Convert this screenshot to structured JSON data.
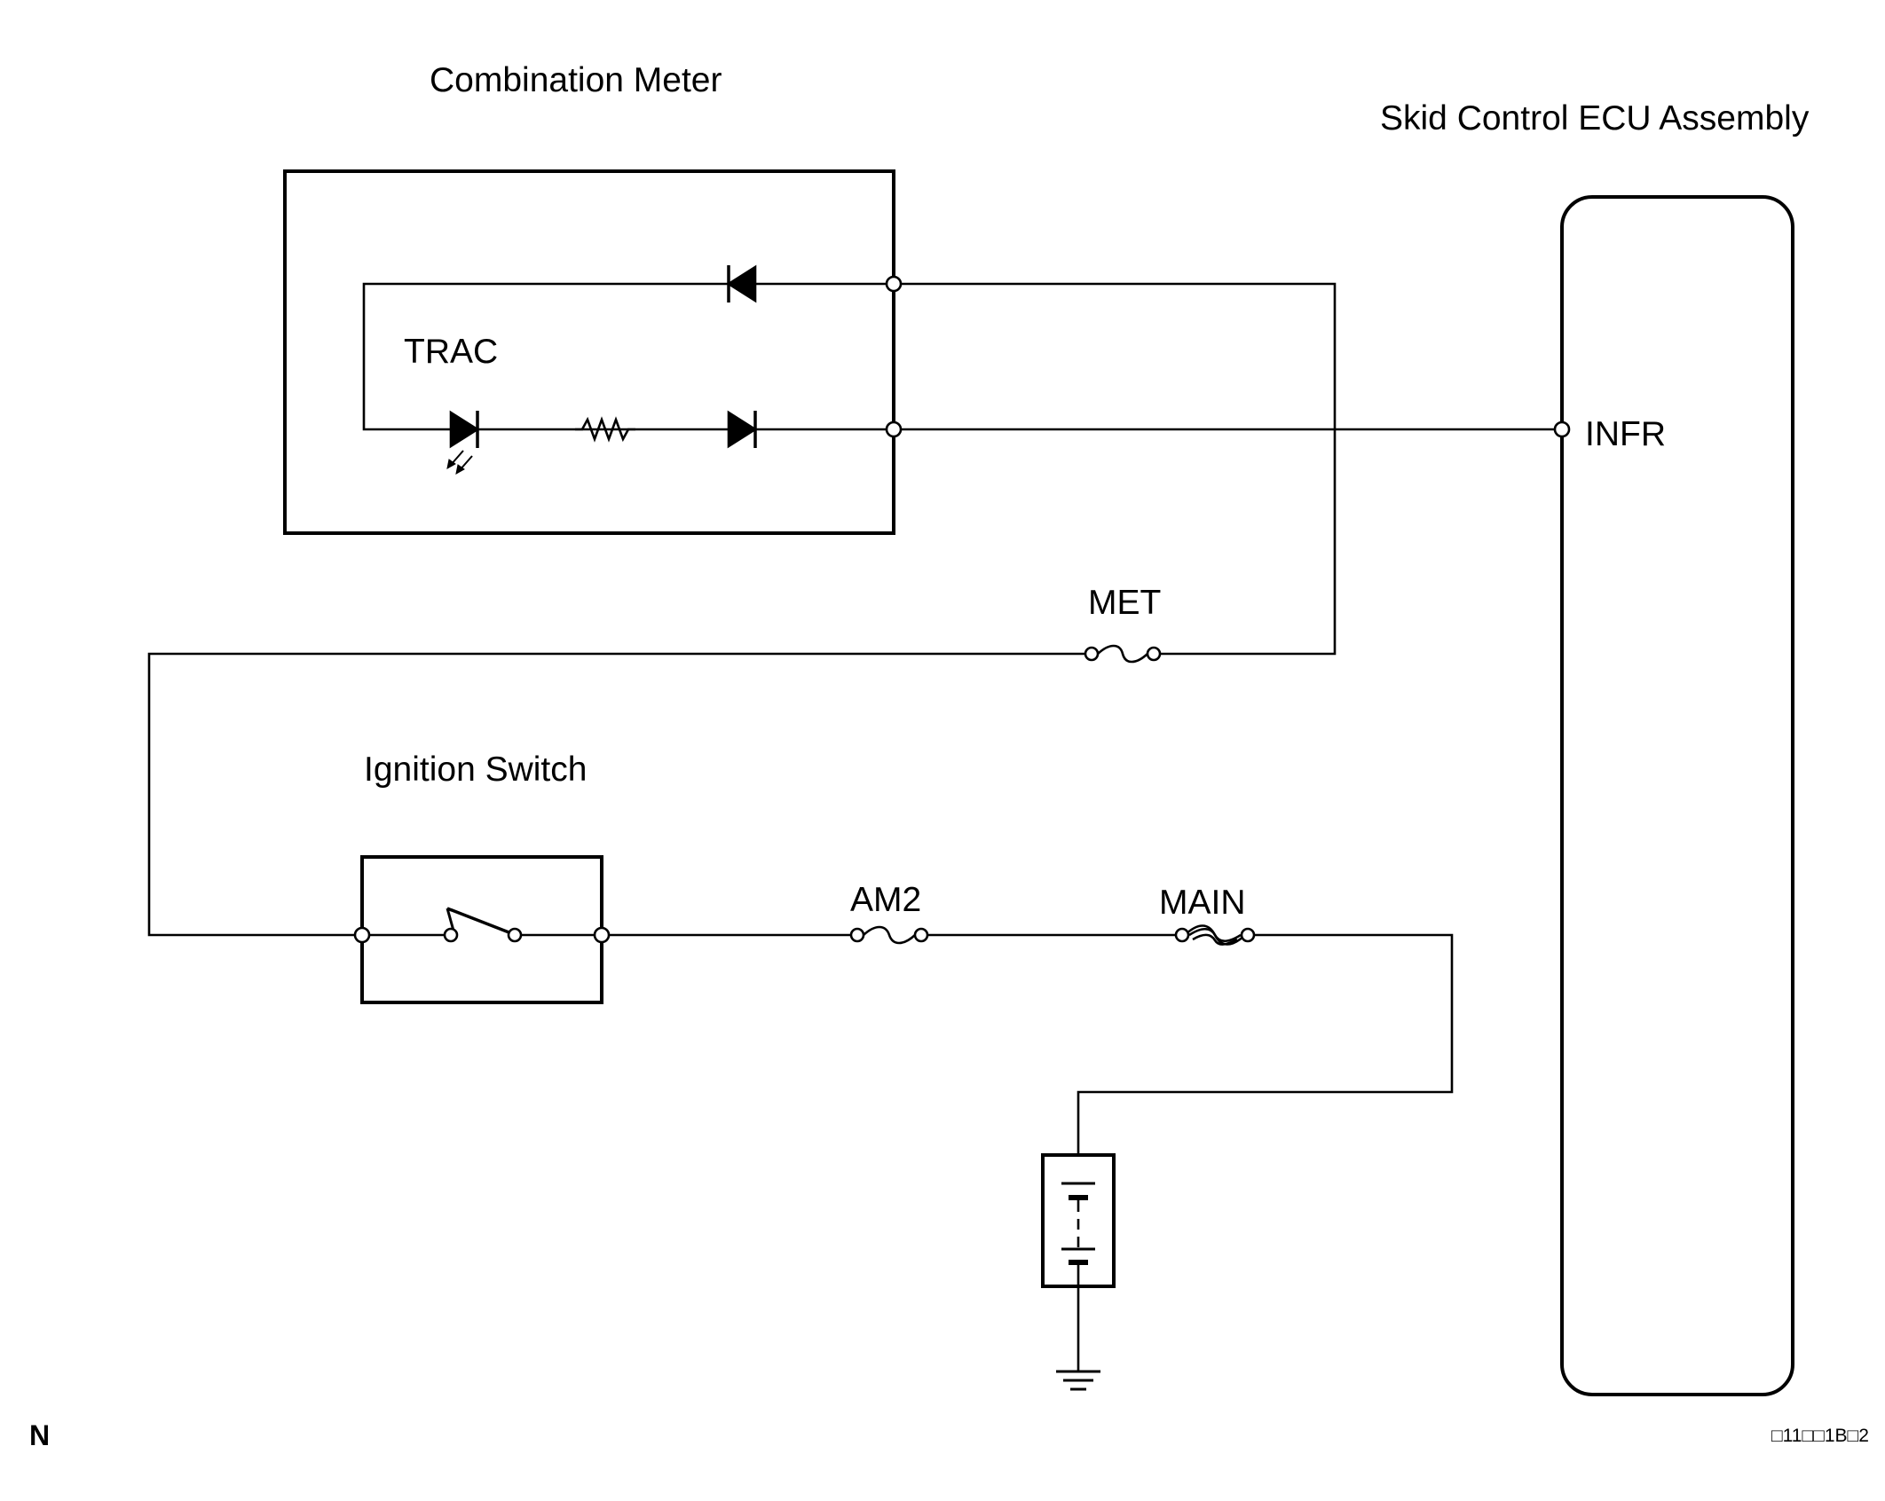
{
  "labels": {
    "combination_meter": "Combination Meter",
    "skid_control_ecu": "Skid Control ECU Assembly",
    "trac": "TRAC",
    "infr": "INFR",
    "met_fuse": "MET",
    "ignition_switch": "Ignition Switch",
    "am2_fuse": "AM2",
    "main_fuse": "MAIN",
    "corner_mark": "N",
    "figure_code": "□11□□1B□2"
  }
}
